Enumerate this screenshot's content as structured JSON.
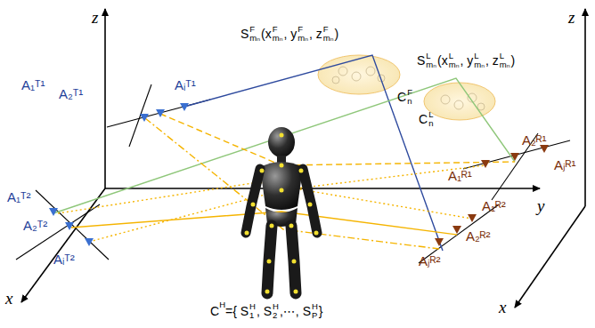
{
  "diagram": {
    "labels": [
      "z",
      "z",
      "y",
      "x",
      "x",
      "A₁ᵀ¹",
      "A₂ᵀ¹",
      "Aᵢᵀ¹",
      "A₁ᵀ²",
      "A₂ᵀ²",
      "Aᵢᵀ²",
      "A₁ᴿ¹",
      "A₂ᴿ¹",
      "Aⱼᴿ¹",
      "A₁ᴿ²",
      "A₂ᴿ²",
      "Aⱼᴿ²",
      "S",
      "F",
      "mₙ",
      "(x",
      "F",
      "mₙ",
      ", y",
      "F",
      "mₙ",
      ", z",
      "F",
      "mₙ",
      ")",
      "C",
      "F",
      "n",
      "S",
      "L",
      "mₙ",
      "(x",
      "L",
      "mₙ",
      ", y",
      "L",
      "mₙ",
      ", z",
      "L",
      "mₙ",
      ")",
      "C",
      "L",
      "n",
      "C",
      "H",
      "={ S",
      "H",
      "1",
      ", S",
      "H",
      "2",
      ",⋯, S",
      "H",
      "P",
      "}"
    ]
  }
}
